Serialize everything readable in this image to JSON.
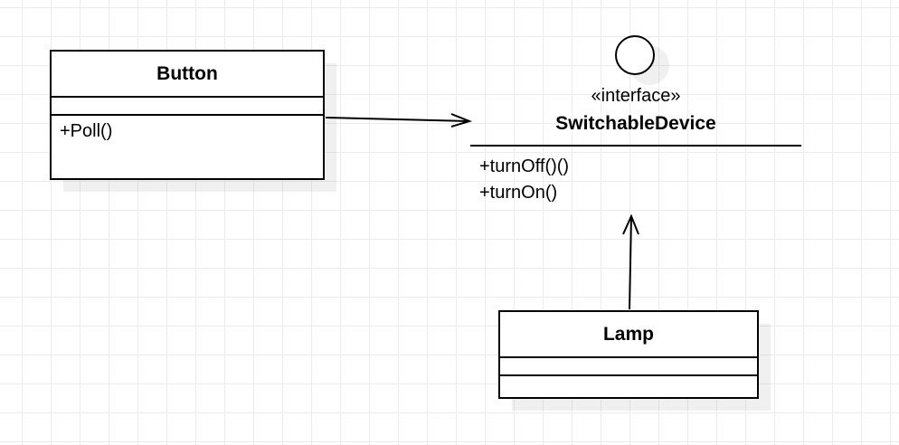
{
  "diagram": {
    "type": "UML class diagram",
    "classes": [
      {
        "id": "button",
        "name": "Button",
        "attributes": [],
        "operations": [
          "+Poll()"
        ]
      },
      {
        "id": "lamp",
        "name": "Lamp",
        "attributes": [],
        "operations": []
      }
    ],
    "interface": {
      "id": "switchable-device",
      "stereotype": "«interface»",
      "name": "SwitchableDevice",
      "operations": [
        "+turnOff()()",
        "+turnOn()"
      ]
    },
    "relationships": [
      {
        "from": "Button",
        "to": "SwitchableDevice",
        "kind": "association",
        "arrow": "open"
      },
      {
        "from": "Lamp",
        "to": "SwitchableDevice",
        "kind": "realization",
        "arrow": "open"
      }
    ],
    "colors": {
      "stroke": "#000000",
      "fill": "#ffffff",
      "grid": "#ececec"
    }
  }
}
